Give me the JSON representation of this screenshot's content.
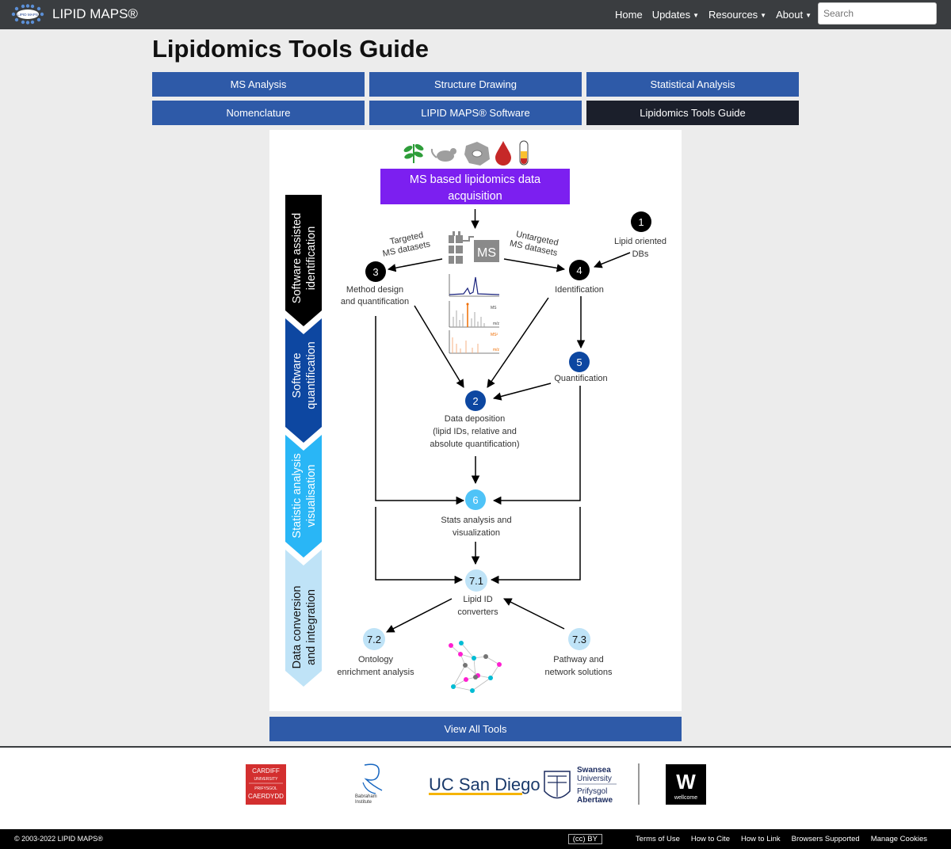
{
  "nav": {
    "brand": "LIPID MAPS®",
    "brand_logo_text": "LIPID MAPS",
    "links": [
      "Home",
      "Updates",
      "Resources",
      "About"
    ],
    "search_placeholder": "Search"
  },
  "page_title": "Lipidomics Tools Guide",
  "tabs": [
    {
      "label": "MS Analysis",
      "active": false
    },
    {
      "label": "Structure Drawing",
      "active": false
    },
    {
      "label": "Statistical Analysis",
      "active": false
    },
    {
      "label": "Nomenclature",
      "active": false
    },
    {
      "label": "LIPID MAPS® Software",
      "active": false
    },
    {
      "label": "Lipidomics Tools Guide",
      "active": true
    }
  ],
  "diagram": {
    "header_line1": "MS based lipidomics data",
    "header_line2": "acquisition",
    "stages": [
      {
        "line1": "Software assisted",
        "line2": "identification",
        "color": "#000000"
      },
      {
        "line1": "Software",
        "line2": "quantification",
        "color": "#0d47a1"
      },
      {
        "line1": "Statistic analysis",
        "line2": "visualisation",
        "color": "#29b6f6"
      },
      {
        "line1": "Data conversion",
        "line2": "and integration",
        "color": "#bfe3f7"
      }
    ],
    "targeted_line1": "Targeted",
    "targeted_line2": "MS datasets",
    "untargeted_line1": "Untargeted",
    "untargeted_line2": "MS datasets",
    "ms_label": "MS",
    "spectrum_labels": [
      "MS",
      "m/z",
      "MS²",
      "m/z"
    ],
    "nodes": {
      "n1": {
        "num": "1",
        "line1": "Lipid oriented",
        "line2": "DBs"
      },
      "n2": {
        "num": "2",
        "line1": "Data deposition",
        "line2": "(lipid IDs, relative and",
        "line3": "absolute quantification)"
      },
      "n3": {
        "num": "3",
        "line1": "Method design",
        "line2": "and quantification"
      },
      "n4": {
        "num": "4",
        "line1": "Identification"
      },
      "n5": {
        "num": "5",
        "line1": "Quantification"
      },
      "n6": {
        "num": "6",
        "line1": "Stats analysis and",
        "line2": "visualization"
      },
      "n71": {
        "num": "7.1",
        "line1": "Lipid ID",
        "line2": "converters"
      },
      "n72": {
        "num": "7.2",
        "line1": "Ontology",
        "line2": "enrichment analysis"
      },
      "n73": {
        "num": "7.3",
        "line1": "Pathway and",
        "line2": "network solutions"
      }
    }
  },
  "view_all_label": "View All Tools",
  "footer": {
    "logos": {
      "cardiff": [
        "CARDIFF",
        "UNIVERSITY",
        "PRIFYSGOL",
        "CAERDYDD"
      ],
      "babraham": [
        "Babraham",
        "Institute"
      ],
      "ucsd": "UC San Diego",
      "swansea": [
        "Swansea",
        "University",
        "Prifysgol",
        "Abertawe"
      ],
      "wellcome": [
        "W",
        "wellcome"
      ]
    },
    "copyright": "© 2003-2022 LIPID MAPS®",
    "cc": "(cc) BY",
    "links": [
      "Terms of Use",
      "How to Cite",
      "How to Link",
      "Browsers Supported",
      "Manage Cookies"
    ]
  }
}
